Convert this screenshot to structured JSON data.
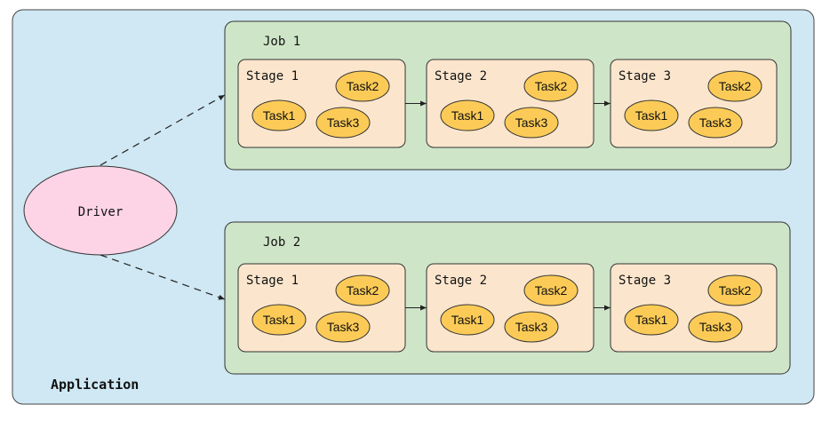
{
  "application": {
    "label": "Application"
  },
  "driver": {
    "label": "Driver"
  },
  "jobs": [
    {
      "label": "Job 1",
      "stages": [
        {
          "label": "Stage 1",
          "tasks": [
            "Task2",
            "Task1",
            "Task3"
          ]
        },
        {
          "label": "Stage 2",
          "tasks": [
            "Task2",
            "Task1",
            "Task3"
          ]
        },
        {
          "label": "Stage 3",
          "tasks": [
            "Task2",
            "Task1",
            "Task3"
          ]
        }
      ]
    },
    {
      "label": "Job 2",
      "stages": [
        {
          "label": "Stage 1",
          "tasks": [
            "Task2",
            "Task1",
            "Task3"
          ]
        },
        {
          "label": "Stage 2",
          "tasks": [
            "Task2",
            "Task1",
            "Task3"
          ]
        },
        {
          "label": "Stage 3",
          "tasks": [
            "Task2",
            "Task1",
            "Task3"
          ]
        }
      ]
    }
  ],
  "colors": {
    "application_fill": "#cfe8f3",
    "job_fill": "#cfe5c8",
    "stage_fill": "#fbe6cd",
    "task_fill": "#fccb57",
    "driver_fill": "#fcd4e6",
    "stroke": "#333333"
  }
}
